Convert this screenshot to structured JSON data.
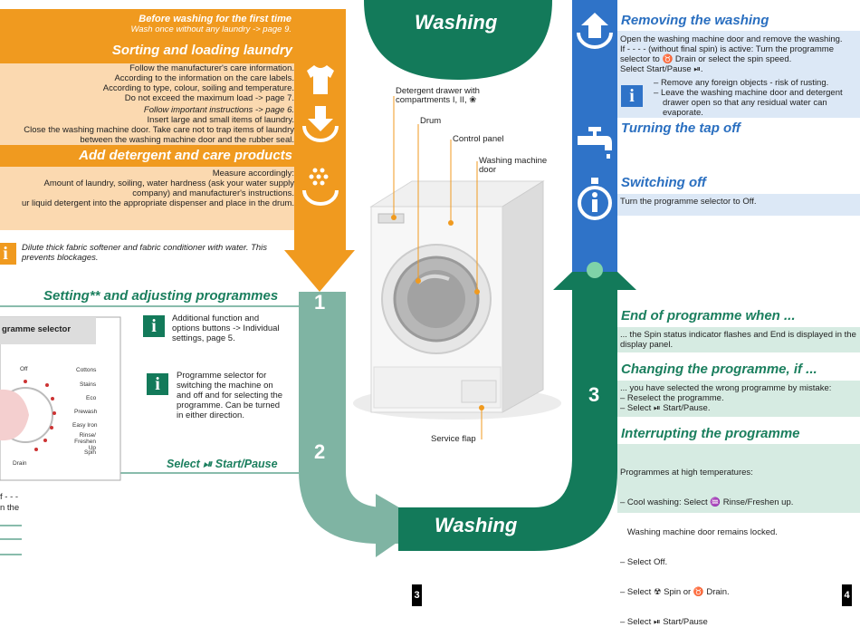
{
  "orange_panel": {
    "first_time": {
      "title": "Before washing for the first time",
      "subtitle": "Wash once without any laundry -> page 9."
    },
    "sorting": {
      "heading": "Sorting and loading laundry",
      "lines": [
        "Follow the manufacturer's care information.",
        "According to the information on the care labels.",
        "According to type, colour, soiling and temperature.",
        "Do not exceed the maximum load -> page 7."
      ],
      "note": "Follow important instructions -> page 6.",
      "lines2": [
        "Insert large and small items of laundry.",
        "Close the washing machine door. Take care not to trap items of laundry",
        "between the washing machine door and the rubber seal."
      ]
    },
    "detergent": {
      "heading": "Add detergent and care products",
      "lines": [
        "Measure accordingly:",
        "Amount of laundry, soiling, water hardness (ask your water supply",
        "company) and manufacturer's instructions.",
        "ur liquid detergent into the appropriate dispenser and place in the drum."
      ]
    },
    "tip": "Dilute thick fabric softener and fabric conditioner with water. This prevents blockages."
  },
  "setting": {
    "heading": "Setting** and adjusting programmes",
    "selector_header": "gramme selector",
    "info1": "Additional function and options buttons -> Individual settings, page 5.",
    "info2": "Programme selector for switching the machine on and off and for selecting the programme. Can be turned in either direction.",
    "select_label": "Select ⏯ Start/Pause",
    "left_fragments": [
      "f - - -",
      "n the"
    ],
    "dial": {
      "off": "Off",
      "drain": "Drain",
      "programmes": [
        "Cottons",
        "Stains",
        "Eco",
        "Prewash",
        "Easy Iron",
        "Rinse/ Freshen Up",
        "Spin"
      ]
    }
  },
  "center": {
    "top_title": "Washing",
    "bottom_title": "Washing",
    "steps": [
      "1",
      "2",
      "3"
    ],
    "callouts": {
      "drawer": "Detergent drawer with compartments I, II, ❀",
      "drum": "Drum",
      "control_panel": "Control panel",
      "door": "Washing machine door",
      "service_flap": "Service flap"
    }
  },
  "right_panel": {
    "removing": {
      "heading": "Removing the washing",
      "text1": "Open the washing machine door and remove the washing.",
      "text2": "If - - - -  (without final spin) is active: Turn the programme selector to ♉ Drain or select the spin speed.",
      "text3": "Select  Start/Pause ⏯.",
      "tips": [
        "Remove any foreign objects - risk of rusting.",
        "Leave the washing machine door and detergent drawer open so that any residual water can evaporate."
      ]
    },
    "tap": {
      "heading": "Turning the tap off"
    },
    "switching": {
      "heading": "Switching off",
      "text": "Turn the programme selector to Off."
    },
    "end": {
      "heading": "End of programme when ...",
      "text": "... the Spin status indicator flashes and End is displayed in the display panel."
    },
    "changing": {
      "heading": "Changing the programme, if ...",
      "lines": [
        "... you have selected the wrong programme by mistake:",
        "– Reselect the programme.",
        "– Select ⏯ Start/Pause."
      ]
    },
    "interrupting": {
      "heading": "Interrupting the programme",
      "lines": [
        "Programmes at high temperatures:",
        "– Cool washing: Select ♒ Rinse/Freshen up.",
        "   Washing machine door remains locked.",
        "– Select Off.",
        "– Select ☢ Spin or ♉ Drain.",
        "– Select ⏯ Start/Pause"
      ]
    }
  },
  "page_numbers": [
    "3",
    "4"
  ],
  "colors": {
    "orange": "#f09a1f",
    "peach": "#fbd9b0",
    "teal": "#7fb4a3",
    "dark_green": "#137a5a",
    "blue": "#2f73c8",
    "light_blue": "#dce8f6",
    "light_green": "#d6ebe2"
  },
  "icons": [
    "shirt-icon",
    "load-arrow-icon",
    "detergent-dots-icon",
    "info-icon",
    "tap-icon",
    "power-info-icon",
    "upload-arrow-icon"
  ]
}
